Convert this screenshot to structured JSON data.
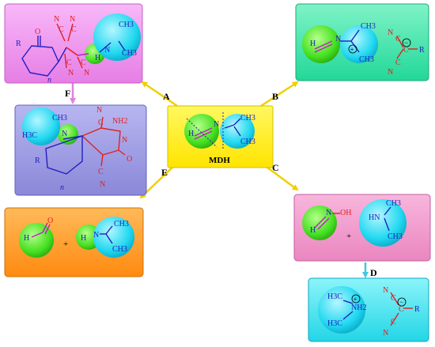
{
  "colors": {
    "panel_f": "#EE8EEE",
    "panel_b": "#33E0A8",
    "panel_center": "#FFF000",
    "panel_e_left": "#9A98E0",
    "panel_e_bottom": "#FF9A22",
    "panel_c": "#EE8FC6",
    "panel_d": "#33E0EA",
    "green_ball": "#44E020",
    "cyan_ball": "#20D8F0",
    "bond_red": "#E02020",
    "bond_magenta": "#C020C0",
    "bond_blue": "#2020C0",
    "arrow_yellow": "#F0D000",
    "arrow_pink": "#E080E0",
    "arrow_cyan": "#40C8E0"
  },
  "center": {
    "title": "MDH",
    "h": "H",
    "n": "N",
    "ch3_top": "CH3",
    "ch3_bottom": "CH3"
  },
  "arrows": {
    "a": "A",
    "b": "B",
    "c": "C",
    "d": "D",
    "e": "E",
    "f": "F"
  },
  "panel_f": {
    "r": "R",
    "o": "O",
    "n1": "N",
    "c1": "C",
    "n2": "N",
    "c2": "C",
    "n3": "N",
    "c3": "C",
    "n4": "N",
    "c4": "C",
    "nh": "N",
    "h": "H",
    "ch3_top": "CH3",
    "ch3_right": "CH3",
    "n_sub": "n"
  },
  "panel_left": {
    "ch3": "CH3",
    "h3c": "H3C",
    "n": "N",
    "nh2": "NH2",
    "n_cn1": "N",
    "c_cn1": "C",
    "n_ring": "N",
    "o": "O",
    "r": "R",
    "n_cn2": "N",
    "c_cn2": "C",
    "n_sub": "n"
  },
  "panel_b": {
    "h": "H",
    "n": "N",
    "ch3_top": "CH3",
    "ch3_bottom": "CH3",
    "plus": "+",
    "n1": "N",
    "c1": "C",
    "minus": "−",
    "c_mid": "C",
    "r": "R",
    "c2": "C",
    "n2": "N"
  },
  "panel_e": {
    "h": "H",
    "o": "O",
    "plus": "+",
    "h_nh": "H",
    "n": "N",
    "ch3_top": "CH3",
    "ch3_bottom": "CH3"
  },
  "panel_c": {
    "n": "N",
    "oh": "OH",
    "h": "H",
    "plus": "+",
    "hn": "HN",
    "ch3_top": "CH3",
    "ch3_bottom": "CH3"
  },
  "panel_d": {
    "h3c_top": "H3C",
    "nh2": "NH2",
    "plus": "+",
    "h3c_bottom": "H3C",
    "n1": "N",
    "c1": "C",
    "minus": "−",
    "c_mid": "C",
    "r": "R",
    "c2": "C",
    "n2": "N"
  }
}
